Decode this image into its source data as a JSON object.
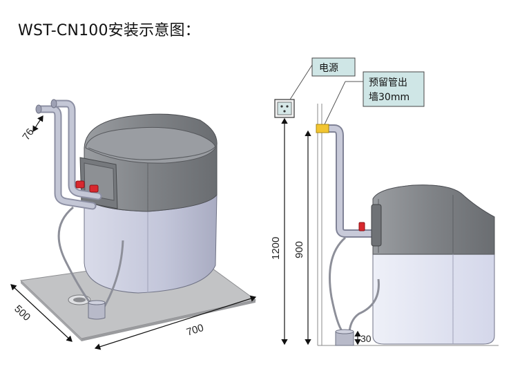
{
  "title": "WST-CN100安装示意图：",
  "left_view": {
    "dim_pipe_spacing": "76",
    "dim_depth": "500",
    "dim_width": "700"
  },
  "right_view": {
    "power_label": "电源",
    "pipe_outlet_label_line1": "预留管出",
    "pipe_outlet_label_line2": "墙30mm",
    "dim_power_height": "1200",
    "dim_pipe_height": "900",
    "dim_drain_height": "30"
  },
  "colors": {
    "lid": "#8a8d91",
    "body": "#c9cce0",
    "pipe": "#b9bccc",
    "valve_red": "#d8282e",
    "base_plate": "#bfc0c2",
    "callout_fill": "#cfe6e6",
    "outlet_yellow": "#f2c531"
  }
}
